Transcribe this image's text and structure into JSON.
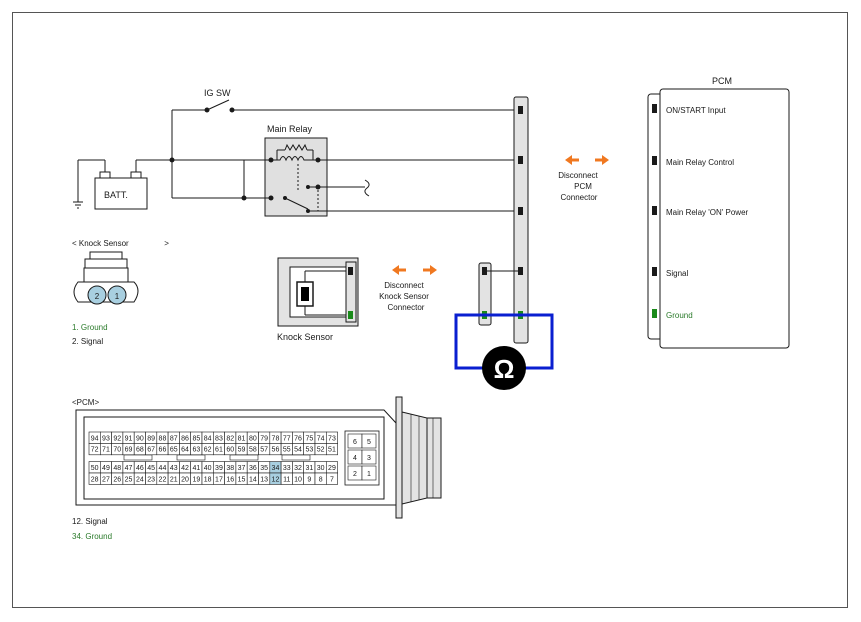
{
  "colors": {
    "line": "#1a1a1a",
    "meter": "#0a1fd0",
    "arrow": "#f07820",
    "pin_green": "#1a8a1a",
    "ground_text": "#2a7a2a",
    "highlight": "#a8cfe0",
    "connector_fill": "#e3e3e3",
    "relay_fill": "#e0e0e0"
  },
  "labels": {
    "ig_sw": "IG SW",
    "main_relay": "Main Relay",
    "batt": "BATT.",
    "pcm_title": "PCM",
    "disconnect_pcm": [
      "Disconnect",
      "PCM",
      "Connector"
    ],
    "disconnect_knock": [
      "Disconnect",
      "Knock Sensor",
      "Connector"
    ],
    "knock_sensor": "Knock Sensor",
    "ohm": "Ω"
  },
  "pcm_pins": [
    {
      "label": "ON/START Input",
      "color": "black"
    },
    {
      "label": "Main Relay Control",
      "color": "black"
    },
    {
      "label": "Main Relay 'ON' Power",
      "color": "black"
    },
    {
      "label": "Signal",
      "color": "black"
    },
    {
      "label": "Ground",
      "color": "green"
    }
  ],
  "knock_connector": {
    "title": "< Knock Sensor                >",
    "pins": [
      "2",
      "1"
    ],
    "legend": [
      {
        "text": "1. Ground",
        "color": "green"
      },
      {
        "text": "2. Signal",
        "color": "black"
      }
    ]
  },
  "pcm_connector": {
    "title": "<PCM>",
    "rows": [
      [
        "94",
        "93",
        "92",
        "91",
        "90",
        "89",
        "88",
        "87",
        "86",
        "85",
        "84",
        "83",
        "82",
        "81",
        "80",
        "79",
        "78",
        "77",
        "76",
        "75",
        "74",
        "73"
      ],
      [
        "72",
        "71",
        "70",
        "69",
        "68",
        "67",
        "66",
        "65",
        "64",
        "63",
        "62",
        "61",
        "60",
        "59",
        "58",
        "57",
        "56",
        "55",
        "54",
        "53",
        "52",
        "51"
      ],
      [
        "50",
        "49",
        "48",
        "47",
        "46",
        "45",
        "44",
        "43",
        "42",
        "41",
        "40",
        "39",
        "38",
        "37",
        "36",
        "35",
        "34",
        "33",
        "32",
        "31",
        "30",
        "29"
      ],
      [
        "28",
        "27",
        "26",
        "25",
        "24",
        "23",
        "22",
        "21",
        "20",
        "19",
        "18",
        "17",
        "16",
        "15",
        "14",
        "13",
        "12",
        "11",
        "10",
        "9",
        "8",
        "7"
      ]
    ],
    "side_pins": [
      [
        "6",
        "5"
      ],
      [
        "4",
        "3"
      ],
      [
        "2",
        "1"
      ]
    ],
    "highlighted": [
      "34",
      "12"
    ],
    "legend": [
      {
        "text": "12. Signal",
        "color": "black"
      },
      {
        "text": "34. Ground",
        "color": "green"
      }
    ]
  }
}
